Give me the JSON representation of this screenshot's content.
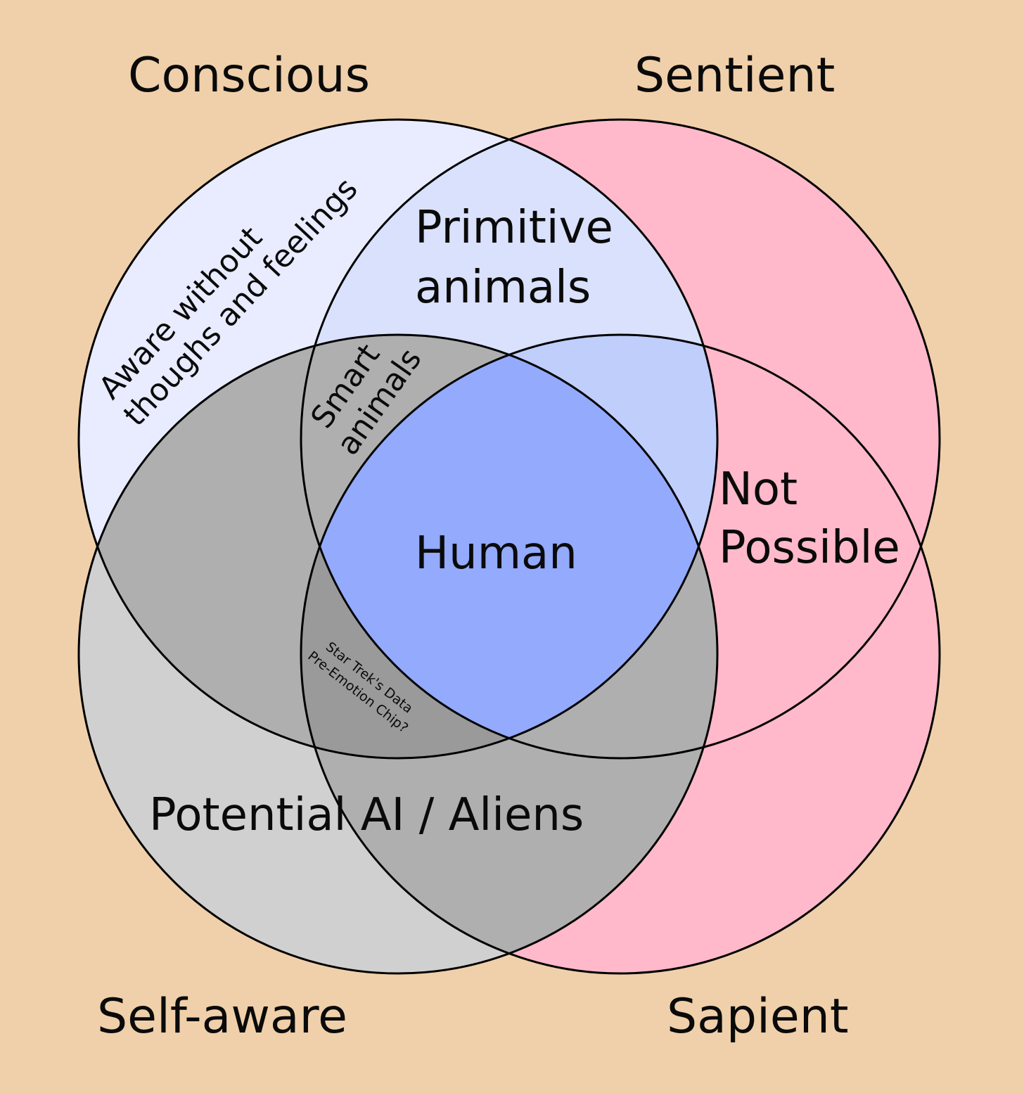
{
  "sets": {
    "conscious": "Conscious",
    "sentient": "Sentient",
    "self_aware": "Self-aware",
    "sapient": "Sapient"
  },
  "regions": {
    "aware_line1": "Aware without",
    "aware_line2": "thoughs and feelings",
    "primitive_line1": "Primitive",
    "primitive_line2": "animals",
    "smart_line1": "Smart",
    "smart_line2": "animals",
    "human": "Human",
    "not_possible_line1": "Not",
    "not_possible_line2": "Possible",
    "data_line1": "Star Trek's Data",
    "data_line2": "Pre-Emotion Chip?",
    "potential": "Potential AI / Aliens"
  },
  "colors": {
    "background": "#f0d0aa",
    "conscious_only": "#e8ecfe",
    "primitive_animals": "#d9e1fd",
    "smart_animals": "#c0cefc",
    "human": "#93aafd",
    "sentient": "#ffb9ca",
    "self_aware_only": "#d0d0d0",
    "potential": "#afafaf",
    "data": "#9a9a9a"
  }
}
